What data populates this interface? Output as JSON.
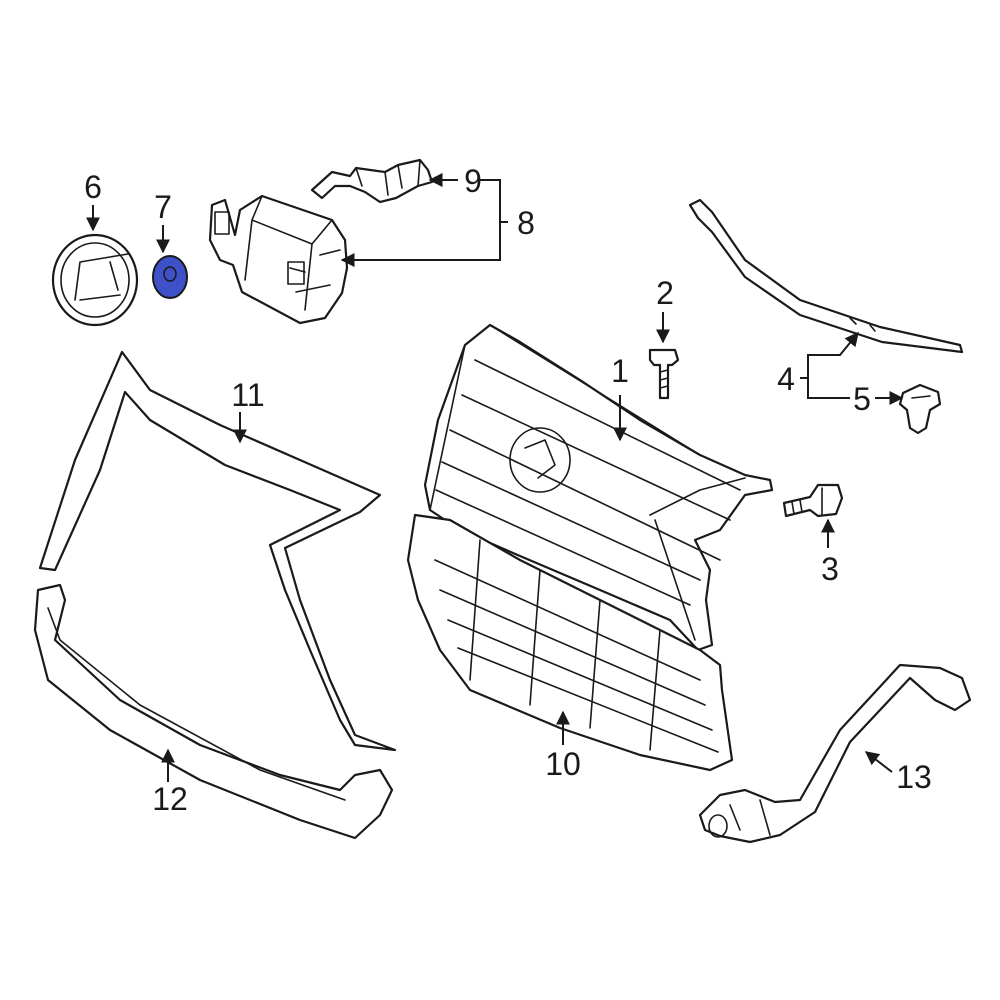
{
  "callouts": {
    "c1": "1",
    "c2": "2",
    "c3": "3",
    "c4": "4",
    "c5": "5",
    "c6": "6",
    "c7": "7",
    "c8": "8",
    "c9": "9",
    "c10": "10",
    "c11": "11",
    "c12": "12",
    "c13": "13"
  },
  "colors": {
    "highlight": "#3f51c9",
    "line": "#1a1a1a"
  }
}
